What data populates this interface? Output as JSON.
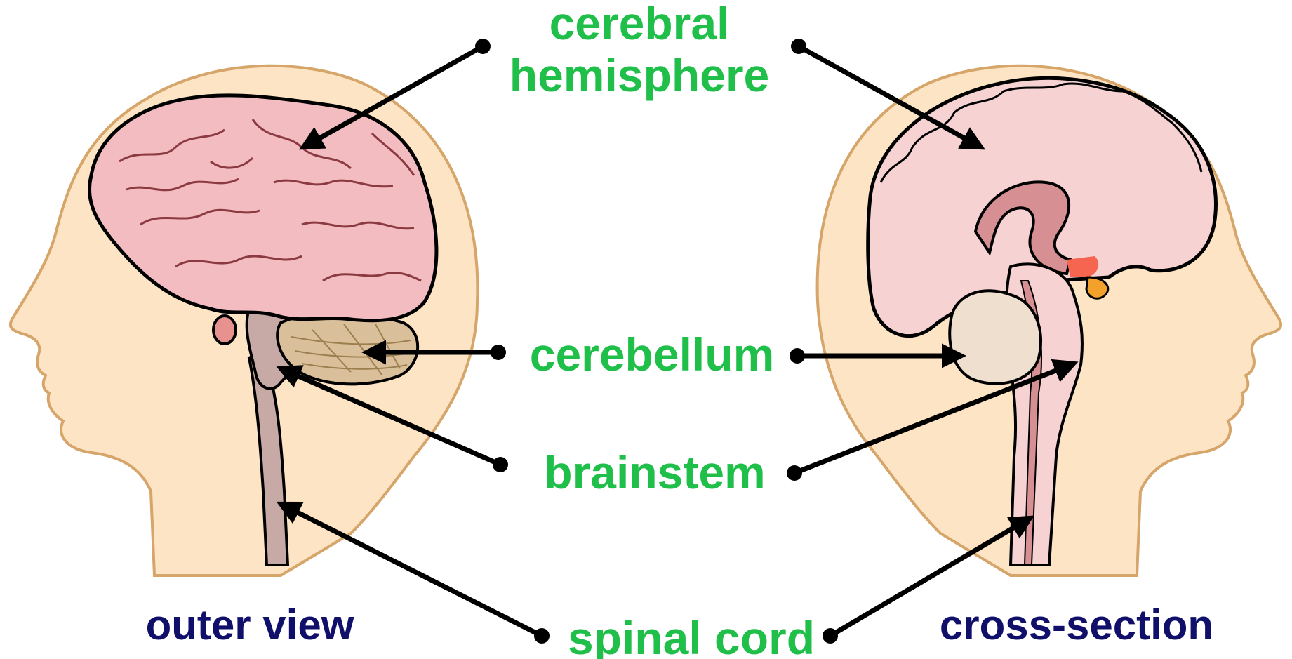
{
  "labels": {
    "cerebral_line1": "cerebral",
    "cerebral_line2": "hemisphere",
    "cerebellum": "cerebellum",
    "brainstem": "brainstem",
    "spinal_cord": "spinal cord",
    "outer_view": "outer view",
    "cross_section": "cross-section"
  },
  "colors": {
    "label_green": "#1fbf4a",
    "caption_navy": "#10106b",
    "skin": "#fde4c4",
    "skin_outline": "#d6a56a",
    "brain_pink": "#f3bcc0",
    "brain_section": "#f6d2d3",
    "cerebellum": "#d9c09a",
    "brainstem": "#bfa3a3",
    "arrow": "#000000"
  }
}
